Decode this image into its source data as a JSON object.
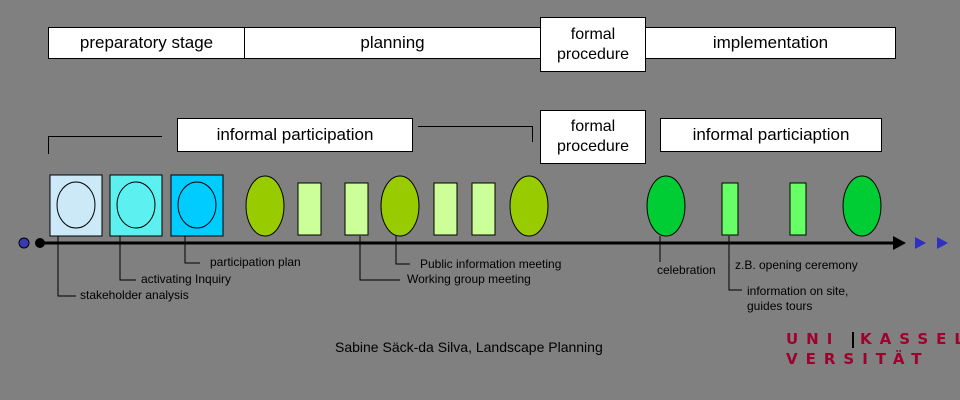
{
  "phases": {
    "preparatory": "preparatory stage",
    "planning": "planning",
    "formal": "formal procedure",
    "implementation": "implementation"
  },
  "participation": {
    "informal_left": "informal participation",
    "formal": "formal procedure",
    "informal_right": "informal particiaption"
  },
  "annotations": {
    "participation_plan": "participation plan",
    "activating_inquiry": "activating Inquiry",
    "stakeholder_analysis": "stakeholder analysis",
    "public_info_meeting": "Public information meeting",
    "working_group_meeting": "Working group meeting",
    "celebration": "celebration",
    "opening_ceremony": "z.B.  opening ceremony",
    "info_on_site_1": "information on site,",
    "info_on_site_2": "guides tours"
  },
  "caption": "Sabine Säck-da Silva, Landscape Planning",
  "logo": {
    "top_left": "UNI",
    "top_right": "KASSEL",
    "bottom": "VERSITÄT"
  },
  "colors": {
    "background": "#808080",
    "square_light": "#cce9f8",
    "square_mid": "#5df0f0",
    "square_deep": "#00ccff",
    "planning_green": "#99cc00",
    "planning_rect": "#ccff99",
    "impl_green": "#00cc33",
    "impl_rect": "#66ff66",
    "logo_red": "#a00030"
  }
}
